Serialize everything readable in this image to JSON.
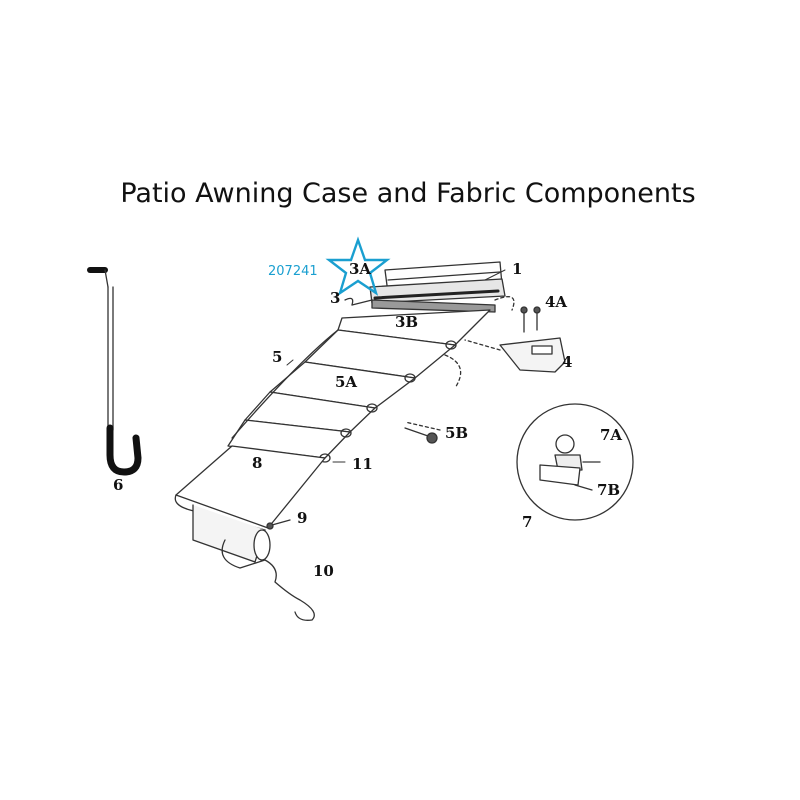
{
  "title": "Patio Awning Case and Fabric Components",
  "highlight": {
    "part_number": "207241",
    "color": "#1a9fd0"
  },
  "labels": {
    "l1": "1",
    "l3": "3",
    "l3a": "3A",
    "l3b": "3B",
    "l4": "4",
    "l4a": "4A",
    "l5": "5",
    "l5a": "5A",
    "l5b": "5B",
    "l6": "6",
    "l7": "7",
    "l7a": "7A",
    "l7b": "7B",
    "l8": "8",
    "l9": "9",
    "l10": "10",
    "l11": "11"
  }
}
